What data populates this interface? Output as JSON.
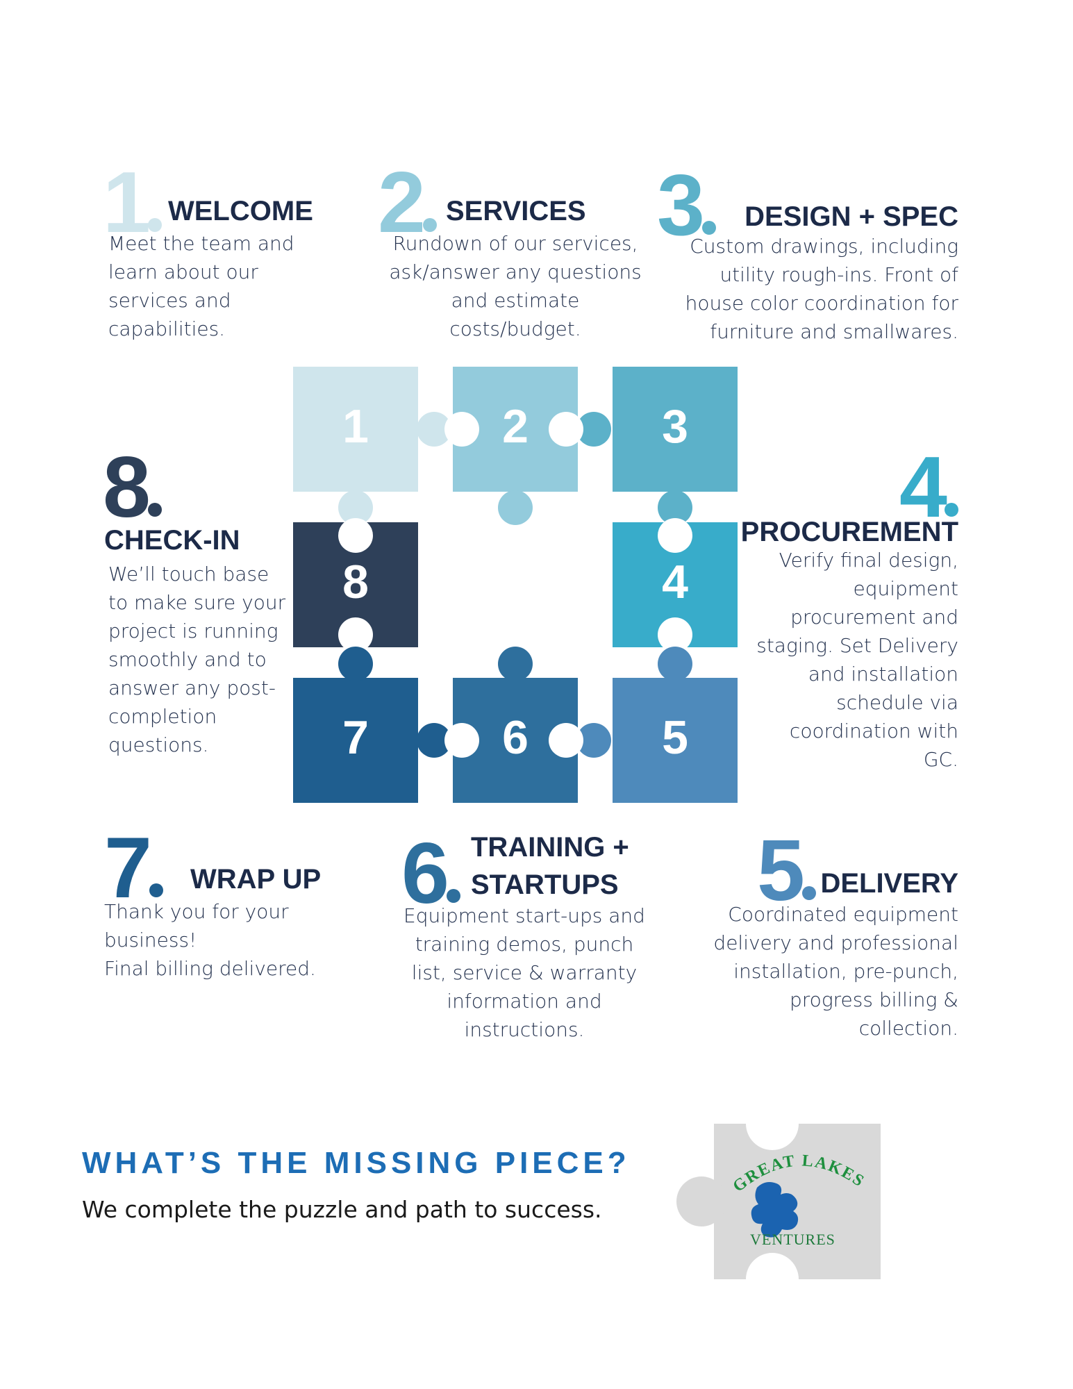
{
  "colors": {
    "p1": "#cfe5ec",
    "p2": "#93cbdc",
    "p3": "#5cb1c9",
    "p4": "#38acca",
    "p5": "#4e8abb",
    "p6": "#2e6f9d",
    "p7": "#1f5e8f",
    "p8": "#2e4059",
    "navy": "#1c2a48",
    "accent_blue": "#1d6db5",
    "logo_gray": "#d9d9d9"
  },
  "steps": [
    {
      "num": "1",
      "title": "WELCOME",
      "desc": [
        "Meet the team and",
        "learn about our",
        "services and",
        "capabilities."
      ]
    },
    {
      "num": "2",
      "title": "SERVICES",
      "desc": [
        "Rundown of our services,",
        "ask/answer any questions",
        "and estimate",
        "costs/budget."
      ]
    },
    {
      "num": "3",
      "title": "DESIGN + SPEC",
      "desc": [
        "Custom drawings, including",
        "utility rough-ins. Front of",
        "house color coordination for",
        "furniture and smallwares."
      ]
    },
    {
      "num": "4",
      "title": "PROCUREMENT",
      "desc": [
        "Verify final design,",
        "equipment",
        "procurement and",
        "staging. Set Delivery",
        "and installation",
        "schedule via",
        "coordination with",
        "GC."
      ]
    },
    {
      "num": "5",
      "title": "DELIVERY",
      "desc": [
        "Coordinated equipment",
        "delivery and professional",
        "installation, pre-punch,",
        "progress billing &",
        "collection."
      ]
    },
    {
      "num": "6",
      "title": "TRAINING +",
      "title2": "STARTUPS",
      "desc": [
        "Equipment start-ups and",
        "training demos, punch",
        "list, service & warranty",
        "information and",
        "instructions."
      ]
    },
    {
      "num": "7",
      "title": "WRAP UP",
      "desc": [
        "Thank you for your business!",
        "Final billing delivered."
      ]
    },
    {
      "num": "8",
      "title": "CHECK-IN",
      "desc": [
        "We’ll touch base",
        "to make sure your",
        "project is running",
        "smoothly and to",
        "answer any post-",
        "completion",
        "questions."
      ]
    }
  ],
  "puzzle": {
    "pieces": [
      "1",
      "2",
      "3",
      "4",
      "5",
      "6",
      "7",
      "8"
    ]
  },
  "footer": {
    "title": "WHAT’S THE MISSING PIECE?",
    "subtitle": "We complete the puzzle and path to success."
  },
  "logo": {
    "text_top": "GREAT LAKES",
    "text_bottom": "VENTURES"
  }
}
